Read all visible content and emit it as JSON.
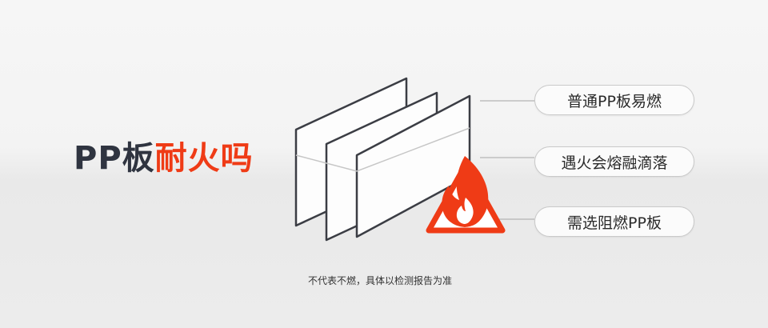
{
  "title": {
    "prefix": "PP板",
    "highlight": "耐火吗"
  },
  "labels": [
    "普通PP板易燃",
    "遇火会熔融滴落",
    "需选阻燃PP板"
  ],
  "disclaimer": "不代表不燃，具体以检测报告为准",
  "colors": {
    "accent": "#ef3b16",
    "text": "#2f3440"
  },
  "icons": [
    "fire-warning-icon"
  ]
}
